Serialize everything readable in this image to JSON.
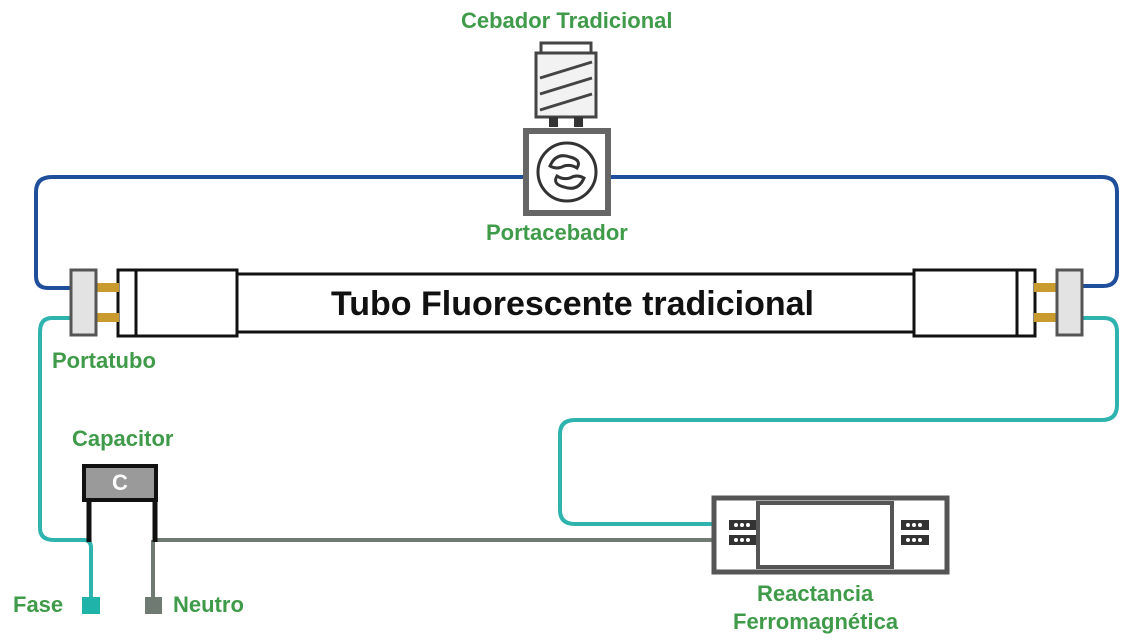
{
  "labels": {
    "cebador": "Cebador Tradicional",
    "portacebador": "Portacebador",
    "tubo": "Tubo Fluorescente tradicional",
    "portatubo": "Portatubo",
    "capacitor": "Capacitor",
    "capacitor_symbol": "C",
    "fase": "Fase",
    "neutro": "Neutro",
    "reactancia_line1": "Reactancia",
    "reactancia_line2": "Ferromagnética"
  },
  "colors": {
    "label_green": "#3f9b49",
    "wire_blue": "#1f4e9b",
    "wire_teal": "#2fb3ae",
    "wire_gray": "#6f7a73",
    "wire_black": "#111111",
    "component_gray": "#555555",
    "pin_gold": "#c99a2e"
  }
}
